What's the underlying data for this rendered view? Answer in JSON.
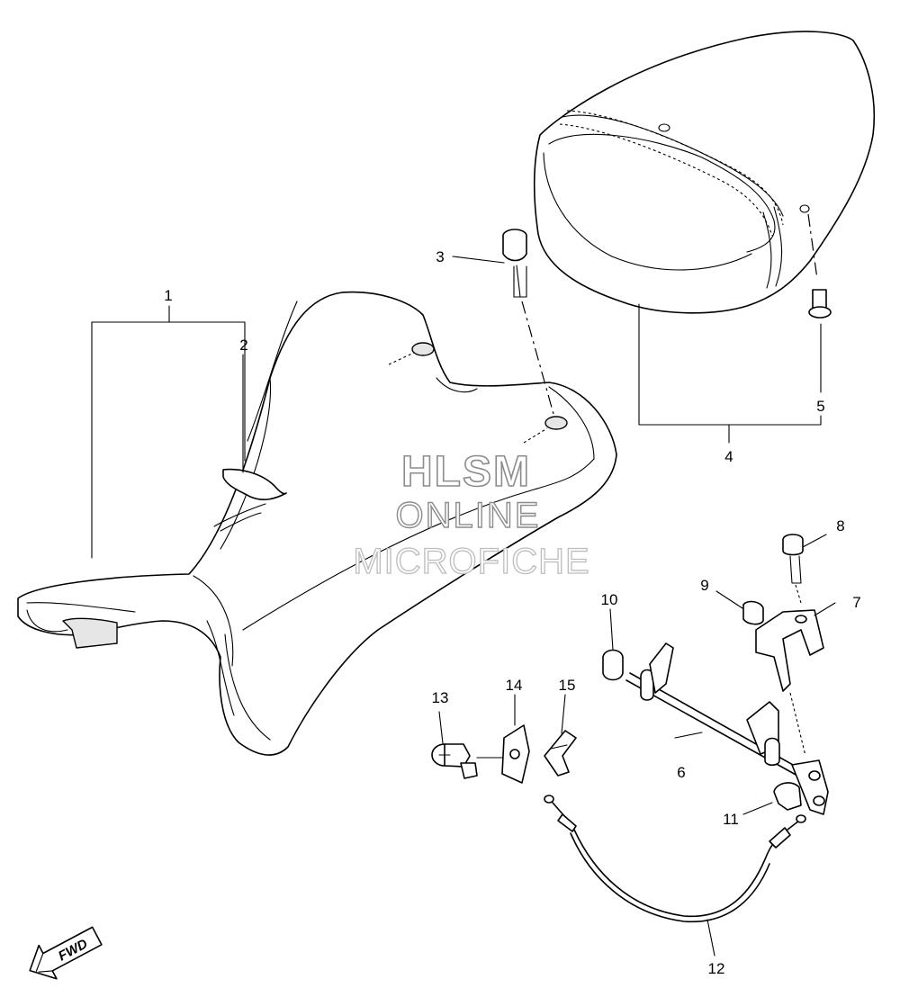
{
  "watermark": {
    "line1": "HLSM",
    "line2": "ONLINE",
    "line3": "MICROFICHE"
  },
  "fwd_label": "FWD",
  "callouts": {
    "c1": "1",
    "c2": "2",
    "c3": "3",
    "c4": "4",
    "c5": "5",
    "c6": "6",
    "c7": "7",
    "c8": "8",
    "c9": "9",
    "c10": "10",
    "c11": "11",
    "c12": "12",
    "c13": "13",
    "c14": "14",
    "c15": "15"
  },
  "icons": {
    "fwd": "fwd-arrow-icon"
  }
}
